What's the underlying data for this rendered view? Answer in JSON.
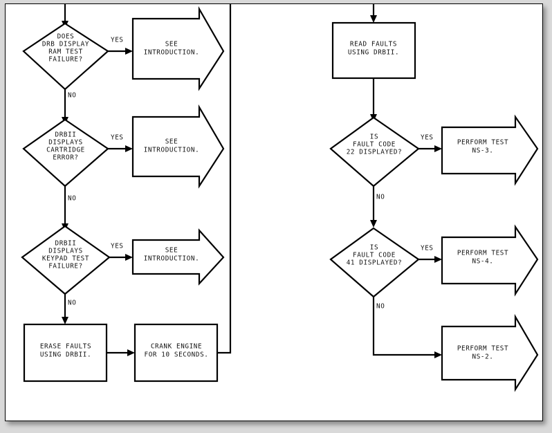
{
  "page": {
    "background_color": "#d9d9d9",
    "paper_color": "#ffffff",
    "border_color": "#000000"
  },
  "chart_data": {
    "type": "diagram",
    "title": "",
    "diagram_kind": "flowchart",
    "columns": 2,
    "nodes": [
      {
        "id": "d1",
        "shape": "decision",
        "column": "left",
        "text": "DOES\nDRB DISPLAY\nRAM TEST\nFAILURE?"
      },
      {
        "id": "a1",
        "shape": "arrow-block",
        "column": "left",
        "text": "SEE\nINTRODUCTION."
      },
      {
        "id": "d2",
        "shape": "decision",
        "column": "left",
        "text": "DRBII\nDISPLAYS\nCARTRIDGE\nERROR?"
      },
      {
        "id": "a2",
        "shape": "arrow-block",
        "column": "left",
        "text": "SEE\nINTRODUCTION."
      },
      {
        "id": "d3",
        "shape": "decision",
        "column": "left",
        "text": "DRBII\nDISPLAYS\nKEYPAD TEST\nFAILURE?"
      },
      {
        "id": "a3",
        "shape": "arrow-block",
        "column": "left",
        "text": "SEE\nINTRODUCTION."
      },
      {
        "id": "p1",
        "shape": "process",
        "column": "left",
        "text": "ERASE FAULTS\nUSING DRBII."
      },
      {
        "id": "p2",
        "shape": "process",
        "column": "left",
        "text": "CRANK ENGINE\nFOR 10 SECONDS."
      },
      {
        "id": "p3",
        "shape": "process",
        "column": "right",
        "text": "READ FAULTS\nUSING DRBII."
      },
      {
        "id": "d4",
        "shape": "decision",
        "column": "right",
        "text": "IS\nFAULT CODE\n22 DISPLAYED?"
      },
      {
        "id": "a4",
        "shape": "arrow-block",
        "column": "right",
        "text": "PERFORM TEST\nNS-3."
      },
      {
        "id": "d5",
        "shape": "decision",
        "column": "right",
        "text": "IS\nFAULT CODE\n41 DISPLAYED?"
      },
      {
        "id": "a5",
        "shape": "arrow-block",
        "column": "right",
        "text": "PERFORM TEST\nNS-4."
      },
      {
        "id": "a6",
        "shape": "arrow-block",
        "column": "right",
        "text": "PERFORM TEST\nNS-2."
      }
    ],
    "edges": [
      {
        "from": "entry-left",
        "to": "d1",
        "label": ""
      },
      {
        "from": "d1",
        "to": "a1",
        "label": "YES"
      },
      {
        "from": "d1",
        "to": "d2",
        "label": "NO"
      },
      {
        "from": "d2",
        "to": "a2",
        "label": "YES"
      },
      {
        "from": "d2",
        "to": "d3",
        "label": "NO"
      },
      {
        "from": "d3",
        "to": "a3",
        "label": "YES"
      },
      {
        "from": "d3",
        "to": "p1",
        "label": "NO"
      },
      {
        "from": "p1",
        "to": "p2",
        "label": ""
      },
      {
        "from": "p2",
        "to": "return-rail",
        "label": ""
      },
      {
        "from": "entry-right",
        "to": "p3",
        "label": ""
      },
      {
        "from": "p3",
        "to": "d4",
        "label": ""
      },
      {
        "from": "d4",
        "to": "a4",
        "label": "YES"
      },
      {
        "from": "d4",
        "to": "d5",
        "label": "NO"
      },
      {
        "from": "d5",
        "to": "a5",
        "label": "YES"
      },
      {
        "from": "d5",
        "to": "a6",
        "label": "NO"
      }
    ],
    "edge_labels": {
      "yes": "YES",
      "no": "NO"
    }
  },
  "nodes": {
    "d1": {
      "l1": "DOES",
      "l2": "DRB DISPLAY",
      "l3": "RAM TEST",
      "l4": "FAILURE?"
    },
    "a1": {
      "l1": "SEE",
      "l2": "INTRODUCTION."
    },
    "d2": {
      "l1": "DRBII",
      "l2": "DISPLAYS",
      "l3": "CARTRIDGE",
      "l4": "ERROR?"
    },
    "a2": {
      "l1": "SEE",
      "l2": "INTRODUCTION."
    },
    "d3": {
      "l1": "DRBII",
      "l2": "DISPLAYS",
      "l3": "KEYPAD TEST",
      "l4": "FAILURE?"
    },
    "a3": {
      "l1": "SEE",
      "l2": "INTRODUCTION."
    },
    "p1": {
      "l1": "ERASE FAULTS",
      "l2": "USING DRBII."
    },
    "p2": {
      "l1": "CRANK ENGINE",
      "l2": "FOR 10 SECONDS."
    },
    "p3": {
      "l1": "READ FAULTS",
      "l2": "USING DRBII."
    },
    "d4": {
      "l1": "IS",
      "l2": "FAULT CODE",
      "l3": "22 DISPLAYED?"
    },
    "a4": {
      "l1": "PERFORM TEST",
      "l2": "NS-3."
    },
    "d5": {
      "l1": "IS",
      "l2": "FAULT CODE",
      "l3": "41 DISPLAYED?"
    },
    "a5": {
      "l1": "PERFORM TEST",
      "l2": "NS-4."
    },
    "a6": {
      "l1": "PERFORM TEST",
      "l2": "NS-2."
    }
  },
  "labels": {
    "yes1": "YES",
    "no1": "NO",
    "yes2": "YES",
    "no2": "NO",
    "yes3": "YES",
    "no3": "NO",
    "yes4": "YES",
    "no4": "NO",
    "yes5": "YES",
    "no5": "NO"
  }
}
